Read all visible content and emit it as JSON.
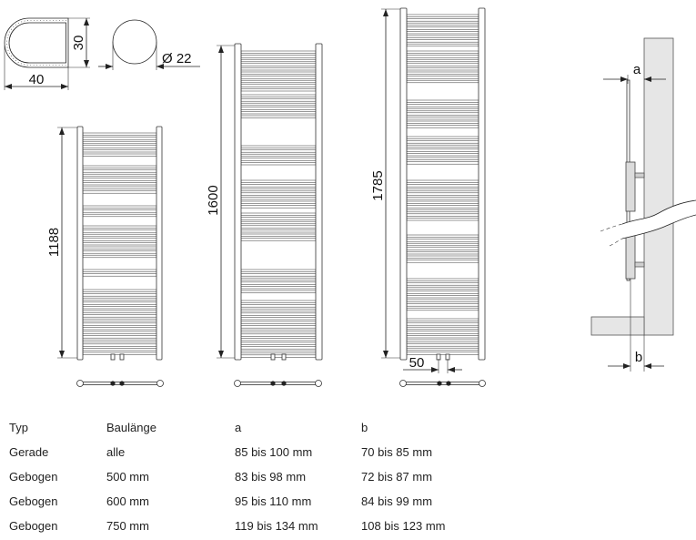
{
  "profile": {
    "width_label": "40",
    "height_label": "30"
  },
  "tube": {
    "diameter_label": "Ø 22"
  },
  "radiators": [
    {
      "height_label": "1188"
    },
    {
      "height_label": "1600"
    },
    {
      "height_label": "1785",
      "valve_spacing_label": "50"
    }
  ],
  "side_view": {
    "a_label": "a",
    "b_label": "b"
  },
  "table": {
    "headers": [
      "Typ",
      "Baulänge",
      "a",
      "b"
    ],
    "rows": [
      [
        "Gerade",
        "alle",
        "85 bis 100 mm",
        "70 bis 85 mm"
      ],
      [
        "Gebogen",
        "500 mm",
        "83 bis 98 mm",
        "72 bis 87 mm"
      ],
      [
        "Gebogen",
        "600 mm",
        "95 bis 110 mm",
        "84 bis 99 mm"
      ],
      [
        "Gebogen",
        "750 mm",
        "119 bis 134 mm",
        "108 bis 123 mm"
      ]
    ]
  }
}
